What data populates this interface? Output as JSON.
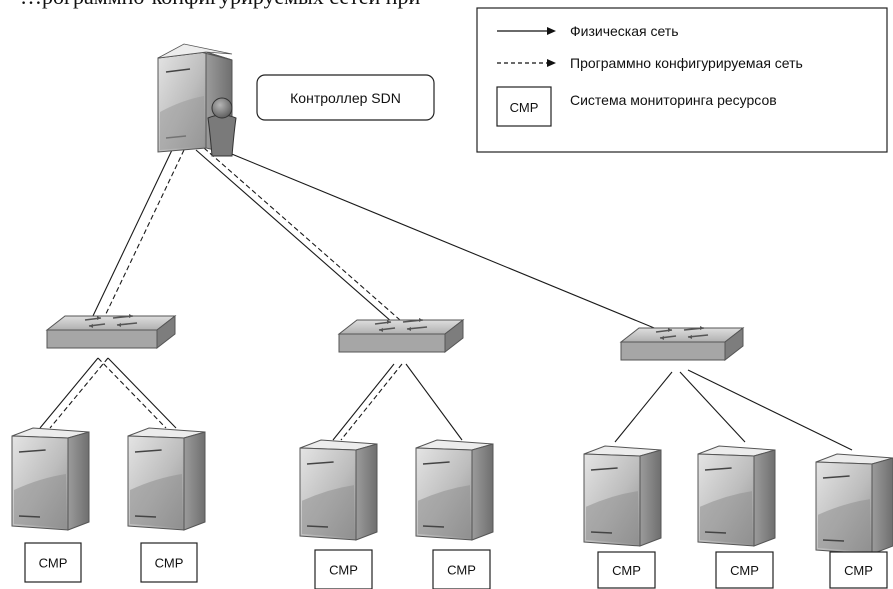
{
  "top_text": "…рограммно-конфигурируемых сетей при",
  "controller_label": "Контроллер SDN",
  "legend": {
    "physical_network": "Физическая сеть",
    "sdn_network": "Программно конфигурируемая сеть",
    "cmp_box": "СМР",
    "cmp_description": "Система мониторинга ресурсов"
  },
  "cmp_labels": [
    "СМР",
    "СМР",
    "СМР",
    "СМР",
    "СМР",
    "СМР",
    "СМР"
  ],
  "colors": {
    "line": "#1a1a1a",
    "server_front_light": "#d6d6d6",
    "server_front_dark": "#9a9a9a",
    "server_side": "#8a8a8a",
    "switch_top": "#c8c8c8",
    "switch_side": "#8c8c8c",
    "user_icon": "#6e6e6e"
  }
}
